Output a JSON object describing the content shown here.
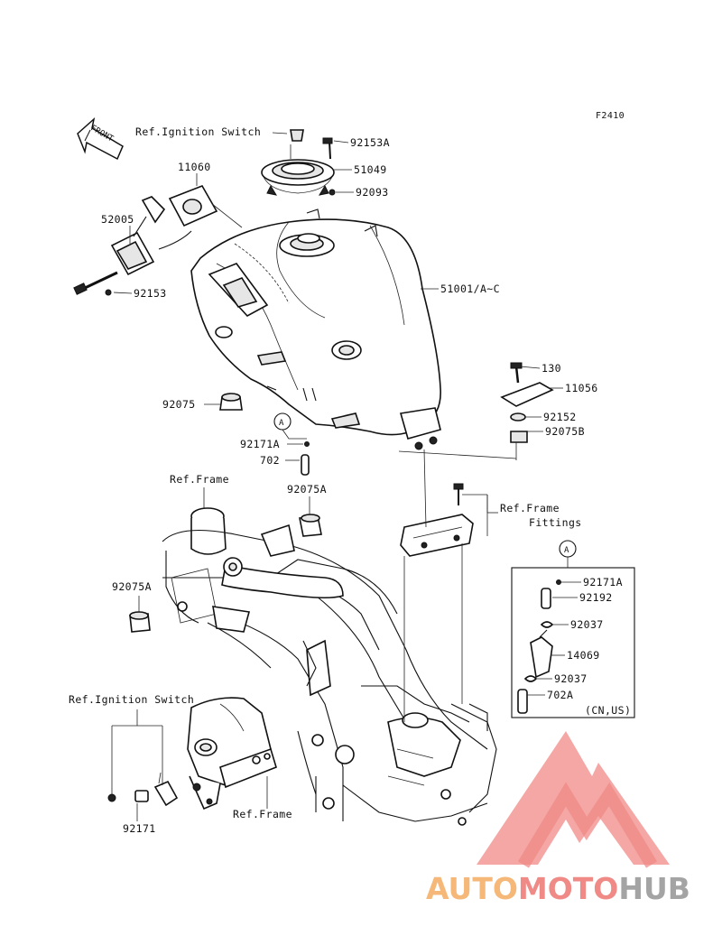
{
  "figure": {
    "code": "F2410"
  },
  "front_arrow": {
    "text": "FRONT"
  },
  "refs": {
    "ignition_top": "Ref.Ignition Switch",
    "frame_top": "Ref.Frame",
    "frame_fittings_line1": "Ref.Frame",
    "frame_fittings_line2": "Fittings",
    "ignition_bottom": "Ref.Ignition Switch",
    "frame_bottom": "Ref.Frame"
  },
  "parts": {
    "p92153A": "92153A",
    "p51049": "51049",
    "p92093": "92093",
    "p11060": "11060",
    "p52005": "52005",
    "p92153": "92153",
    "p51001": "51001/A~C",
    "p130": "130",
    "p11056": "11056",
    "p92152": "92152",
    "p92075B": "92075B",
    "p92075_top": "92075",
    "p92171A": "92171A",
    "p702": "702",
    "p92075A_mid": "92075A",
    "p92075A_left": "92075A",
    "p92171_bottom": "92171"
  },
  "callout_marker": "A",
  "inset": {
    "marker": "A",
    "items": {
      "p92171A": "92171A",
      "p92192": "92192",
      "p92037_a": "92037",
      "p14069": "14069",
      "p92037_b": "92037",
      "p702A": "702A"
    },
    "region_note": "(CN,US)"
  },
  "watermark": {
    "part1": "AUTO",
    "part2": "MOTO",
    "part3": "HUB",
    "color1": "#f5b878",
    "color2": "#f08a86",
    "color3": "#a4a4a4",
    "logo_color": "#f08a86"
  }
}
